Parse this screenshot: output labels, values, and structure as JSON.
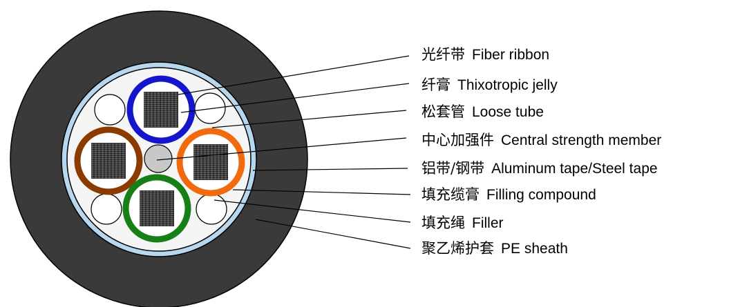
{
  "colors": {
    "sheath": "#3a3a3a",
    "armor": "#b7d7ee",
    "filling": "#f5f5f5",
    "tube_blue": "#1515cc",
    "tube_brown": "#8b3a00",
    "tube_orange": "#f26a10",
    "tube_green": "#168016",
    "central_member": "#c8c8c8",
    "ribbon": "#333333"
  },
  "labels": [
    {
      "id": "fiber-ribbon",
      "zh": "光纤带",
      "en": "Fiber ribbon"
    },
    {
      "id": "thixotropic-jelly",
      "zh": "纤膏",
      "en": "Thixotropic jelly"
    },
    {
      "id": "loose-tube",
      "zh": "松套管",
      "en": "Loose tube"
    },
    {
      "id": "central-strength-member",
      "zh": "中心加强件",
      "en": "Central strength member"
    },
    {
      "id": "armor-tape",
      "zh": "铝带/钢带",
      "en": "Aluminum tape/Steel tape"
    },
    {
      "id": "filling-compound",
      "zh": "填充缆膏",
      "en": "Filling compound"
    },
    {
      "id": "filler",
      "zh": "填充绳",
      "en": "Filler"
    },
    {
      "id": "pe-sheath",
      "zh": "聚乙烯护套",
      "en": "PE sheath"
    }
  ]
}
